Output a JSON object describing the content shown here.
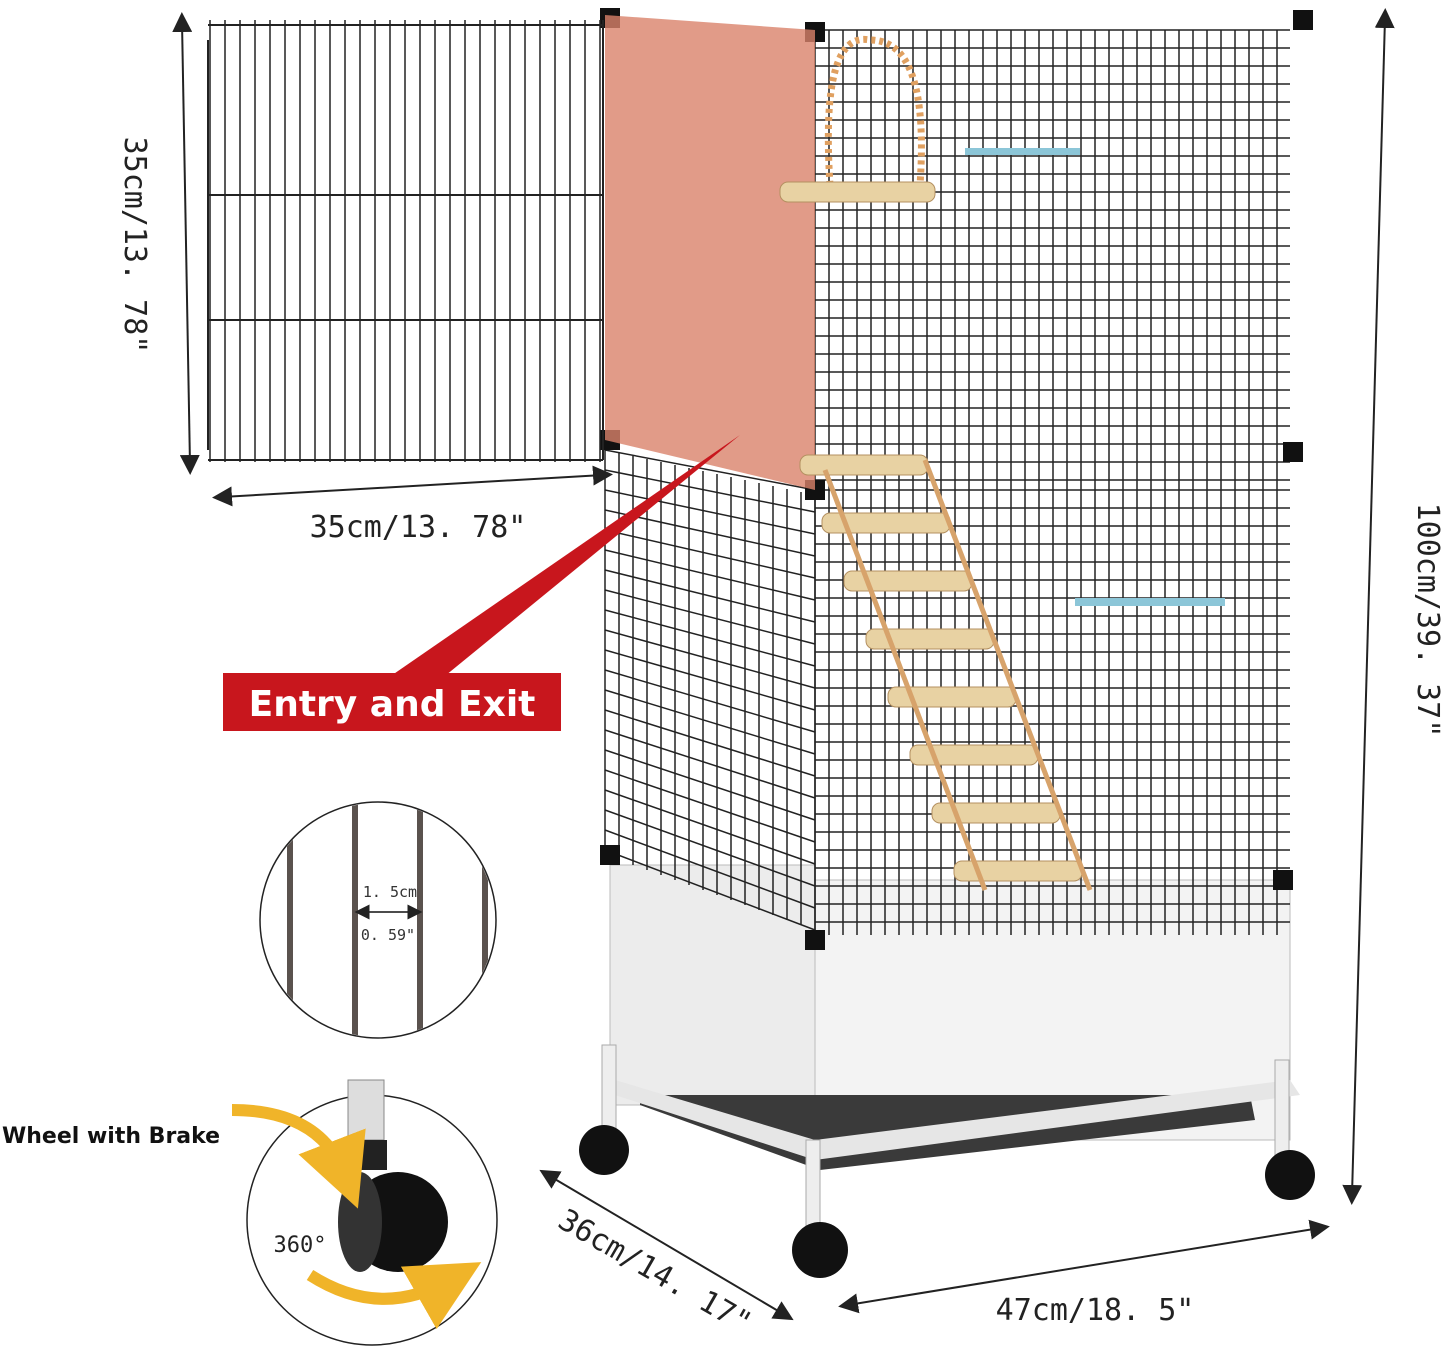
{
  "dimensions": {
    "door_height": "35cm/13. 78\"",
    "door_width": "35cm/13. 78\"",
    "total_height": "100cm/39. 37\"",
    "depth": "36cm/14. 17\"",
    "width": "47cm/18. 5\""
  },
  "callouts": {
    "entry_exit": "Entry and Exit",
    "wheel": "Wheel with Brake",
    "rotation": "360°"
  },
  "wire_spacing": {
    "metric": "1. 5cm",
    "imperial": "0. 59\""
  },
  "colors": {
    "callout_red": "#c8161d",
    "door_highlight": "#d9826a",
    "arrow_yellow": "#f0b429",
    "wire": "#222222",
    "perch_blue": "#8cc6d8"
  }
}
